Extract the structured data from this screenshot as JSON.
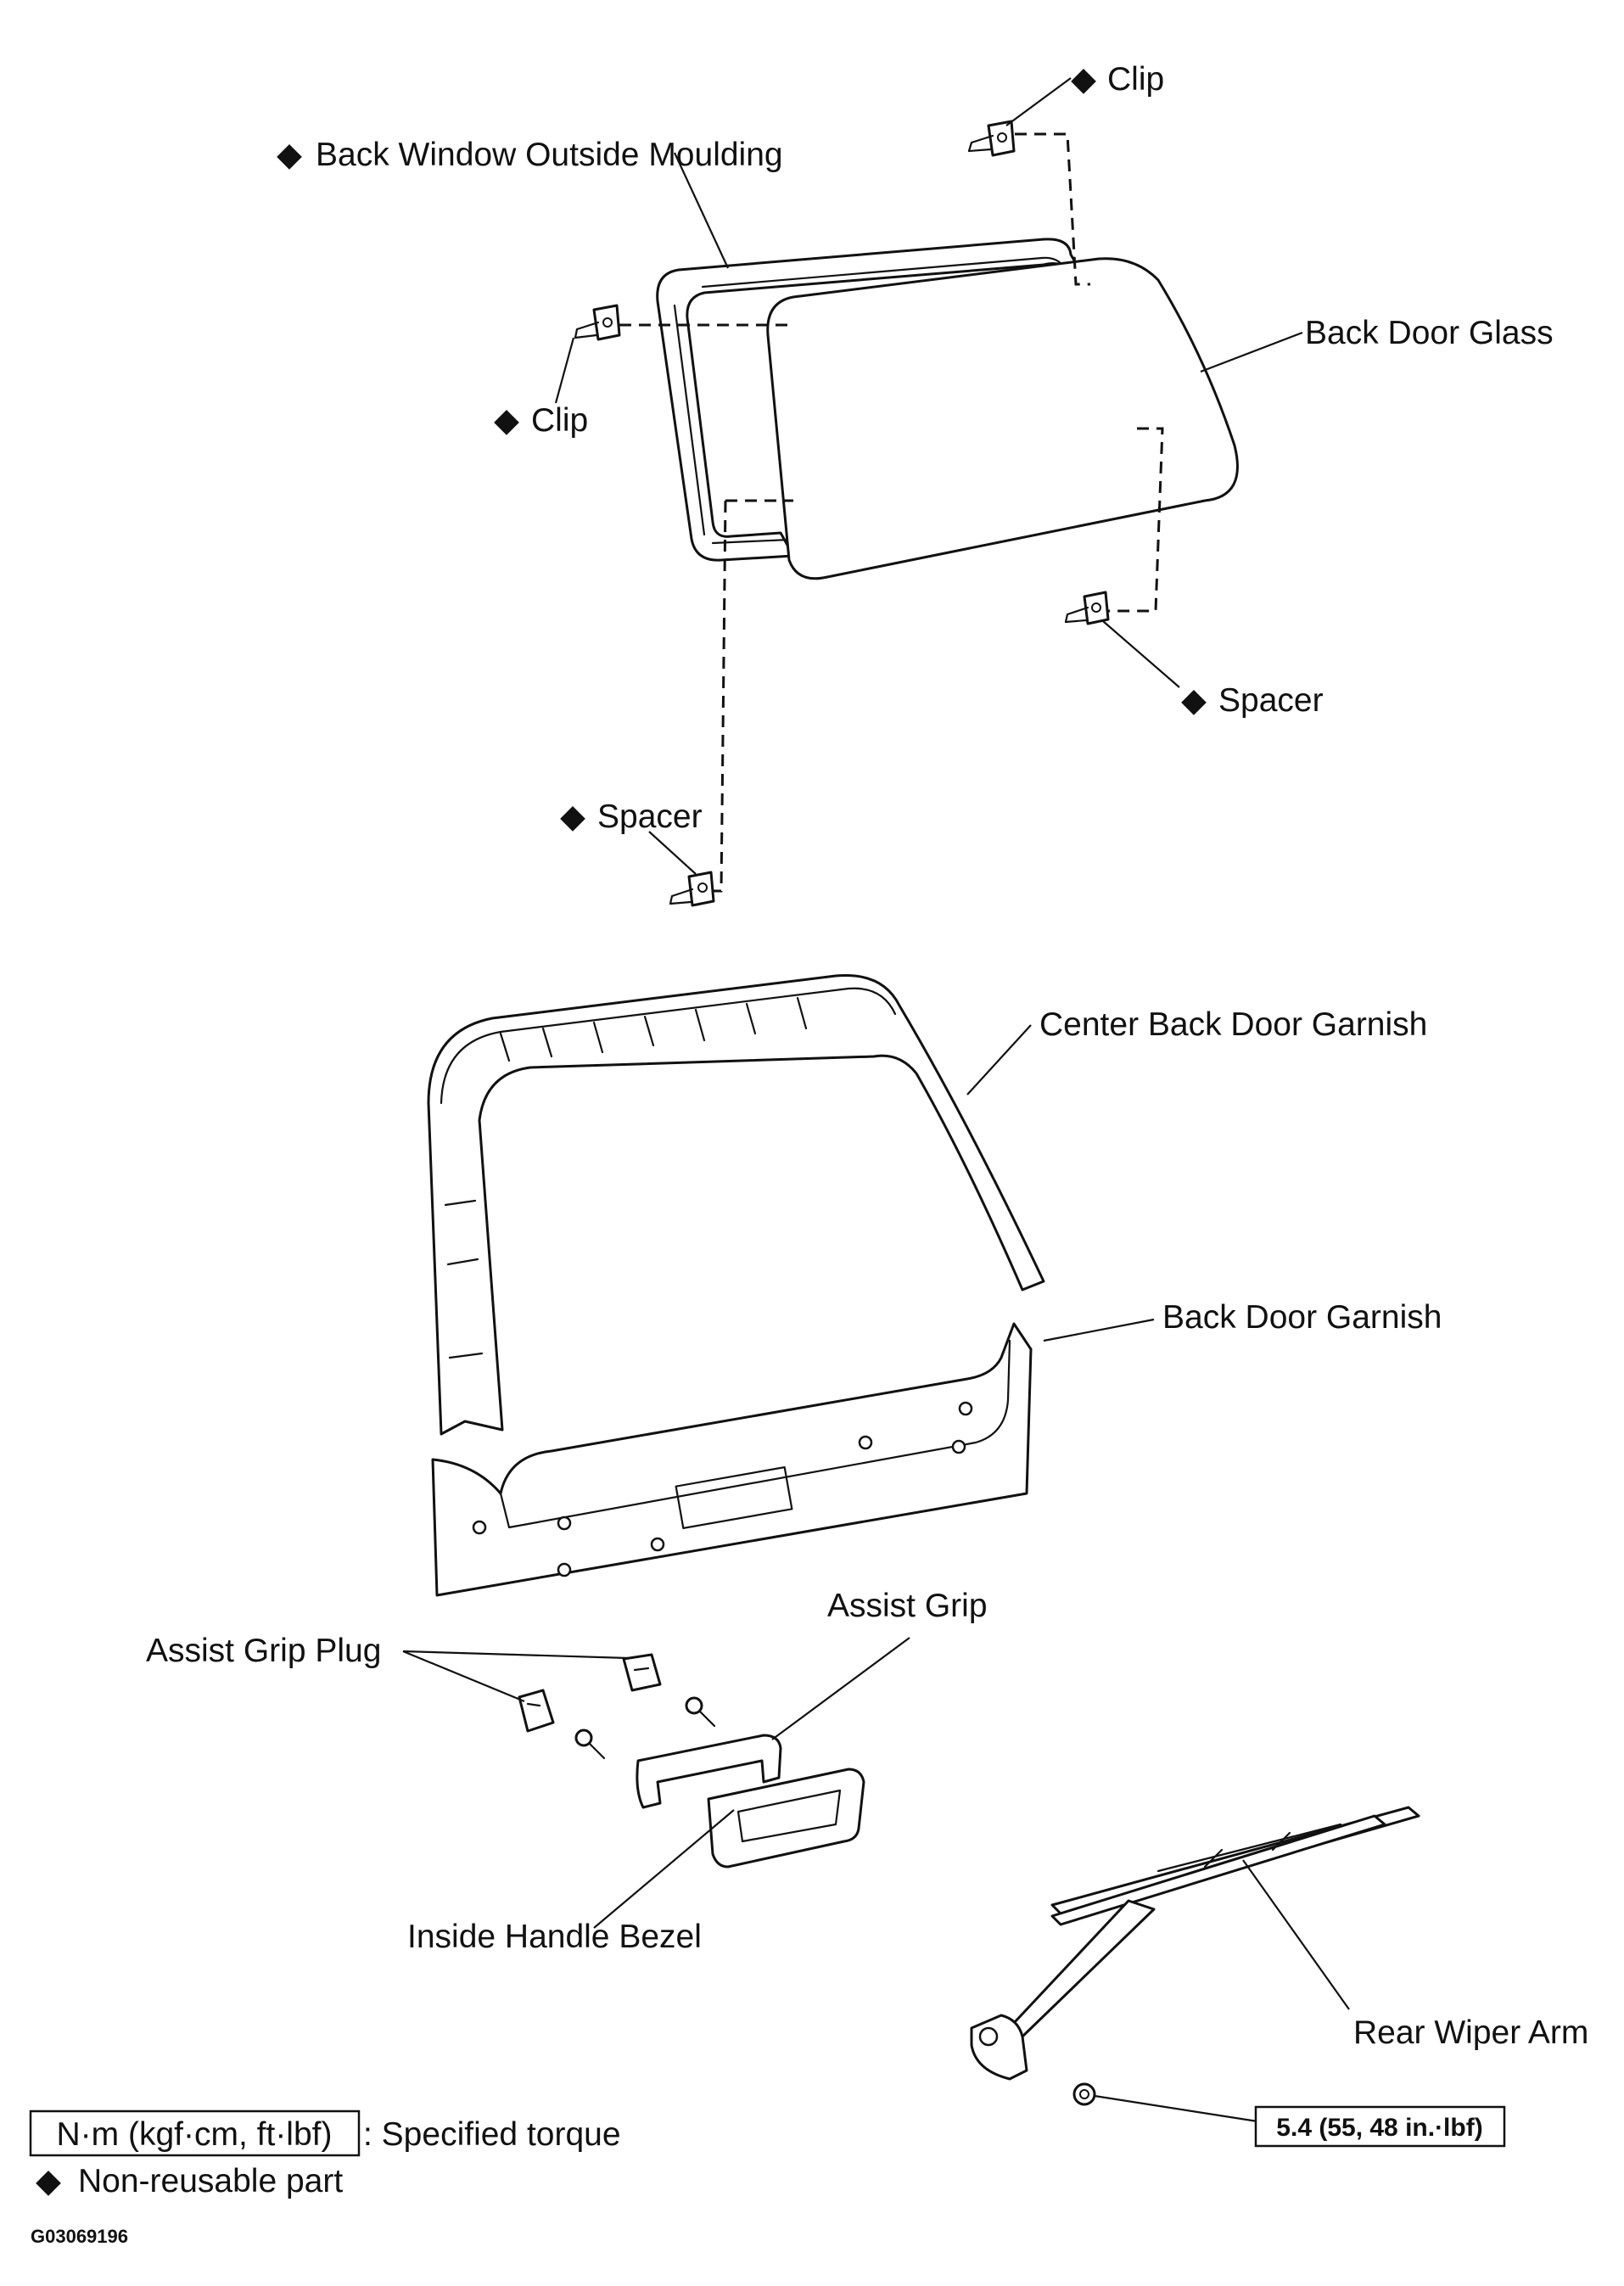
{
  "labels": {
    "clip_top": "Clip",
    "back_window_outside_moulding": "Back Window Outside Moulding",
    "back_door_glass": "Back Door Glass",
    "clip_left": "Clip",
    "spacer_right": "Spacer",
    "spacer_left": "Spacer",
    "center_back_door_garnish": "Center Back Door Garnish",
    "back_door_garnish": "Back Door Garnish",
    "assist_grip": "Assist Grip",
    "assist_grip_plug": "Assist Grip Plug",
    "inside_handle_bezel": "Inside Handle Bezel",
    "rear_wiper_arm": "Rear Wiper Arm"
  },
  "torque": {
    "value": "5.4 (55, 48 in.·lbf)"
  },
  "legend": {
    "torque_unit": "N·m (kgf·cm, ft·lbf)",
    "torque_desc": ": Specified torque",
    "non_reusable_symbol": "◆",
    "non_reusable_desc": "Non-reusable part"
  },
  "figure_code": "G03069196"
}
